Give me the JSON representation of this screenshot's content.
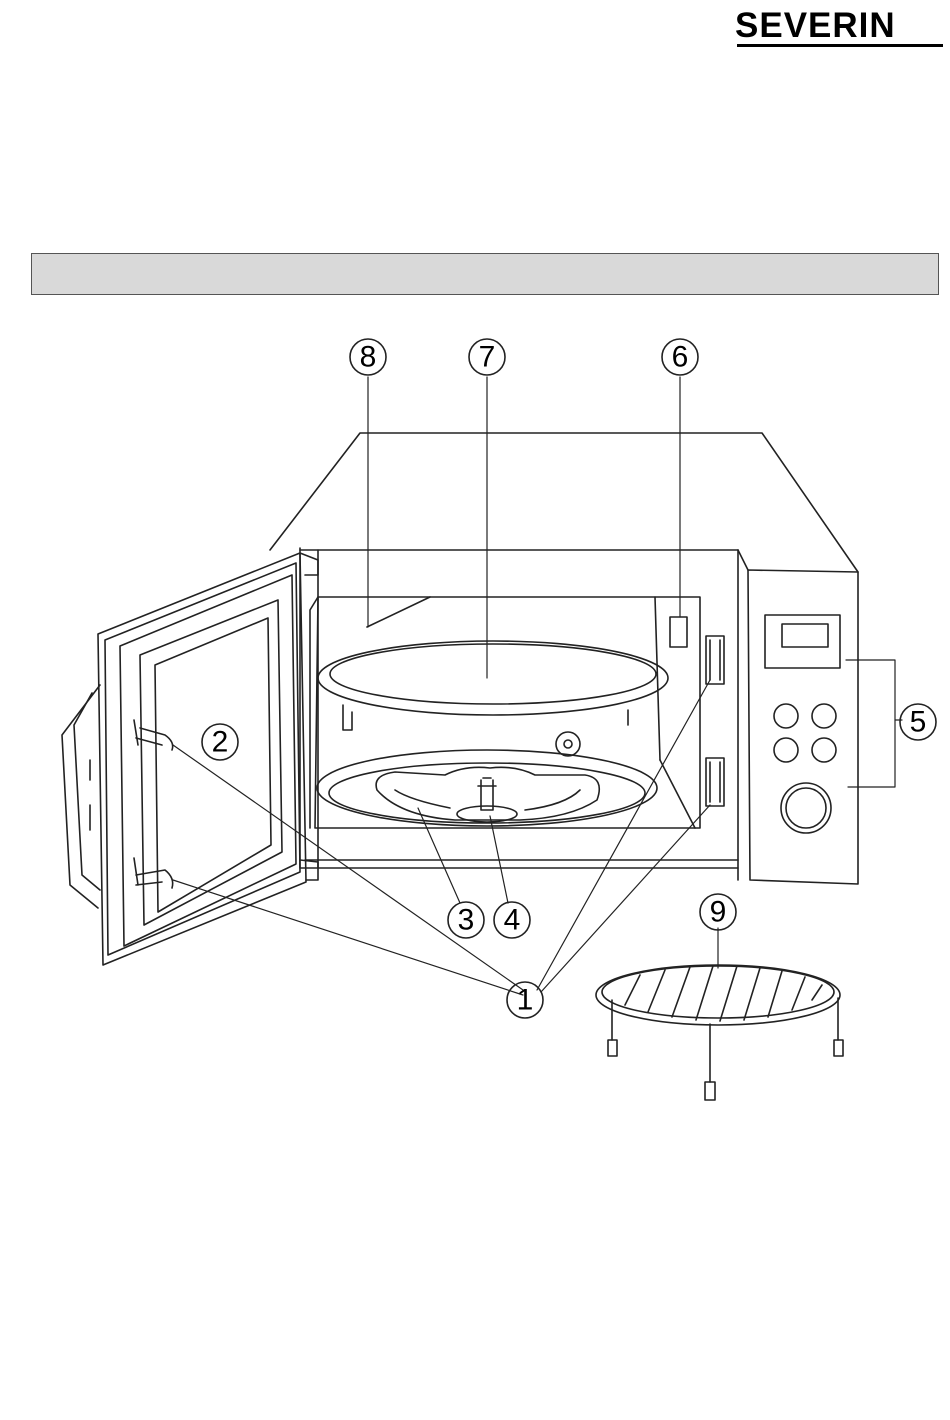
{
  "brand": {
    "name": "SEVERIN"
  },
  "callouts": [
    {
      "id": 1,
      "label": "1"
    },
    {
      "id": 2,
      "label": "2"
    },
    {
      "id": 3,
      "label": "3"
    },
    {
      "id": 4,
      "label": "4"
    },
    {
      "id": 5,
      "label": "5"
    },
    {
      "id": 6,
      "label": "6"
    },
    {
      "id": 7,
      "label": "7"
    },
    {
      "id": 8,
      "label": "8"
    },
    {
      "id": 9,
      "label": "9"
    }
  ],
  "colors": {
    "line": "#222222",
    "section_bar": "#d9d9d9"
  }
}
